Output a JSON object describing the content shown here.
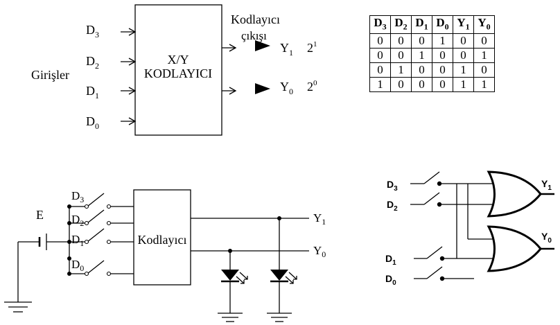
{
  "encoder_block": {
    "inputs_label": "Girişler",
    "inputs": [
      {
        "name": "D",
        "sub": "3"
      },
      {
        "name": "D",
        "sub": "2"
      },
      {
        "name": "D",
        "sub": "1"
      },
      {
        "name": "D",
        "sub": "0"
      }
    ],
    "block_line1": "X/Y",
    "block_line2": "KODLAYICI",
    "output_title_line1": "Kodlayıcı",
    "output_title_line2": "çıkışı",
    "outputs": [
      {
        "name": "Y",
        "sub": "1",
        "weight_base": "2",
        "weight_exp": "1"
      },
      {
        "name": "Y",
        "sub": "0",
        "weight_base": "2",
        "weight_exp": "0"
      }
    ]
  },
  "truth_table": {
    "headers": [
      {
        "name": "D",
        "sub": "3"
      },
      {
        "name": "D",
        "sub": "2"
      },
      {
        "name": "D",
        "sub": "1"
      },
      {
        "name": "D",
        "sub": "0"
      },
      {
        "name": "Y",
        "sub": "1"
      },
      {
        "name": "Y",
        "sub": "0"
      }
    ],
    "rows": [
      [
        "0",
        "0",
        "0",
        "1",
        "0",
        "0"
      ],
      [
        "0",
        "0",
        "1",
        "0",
        "0",
        "1"
      ],
      [
        "0",
        "1",
        "0",
        "0",
        "1",
        "0"
      ],
      [
        "1",
        "0",
        "0",
        "0",
        "1",
        "1"
      ]
    ]
  },
  "switch_circuit": {
    "supply_label": "E",
    "switches": [
      {
        "name": "D",
        "sub": "3"
      },
      {
        "name": "D",
        "sub": "2"
      },
      {
        "name": "D",
        "sub": "1"
      },
      {
        "name": "D",
        "sub": "0"
      }
    ],
    "block_label": "Kodlayıcı",
    "outputs": [
      {
        "name": "Y",
        "sub": "1"
      },
      {
        "name": "Y",
        "sub": "0"
      }
    ]
  },
  "gate_circuit": {
    "inputs": [
      {
        "name": "D",
        "sub": "3"
      },
      {
        "name": "D",
        "sub": "2"
      },
      {
        "name": "D",
        "sub": "1"
      },
      {
        "name": "D",
        "sub": "0"
      }
    ],
    "outputs": [
      {
        "name": "Y",
        "sub": "1"
      },
      {
        "name": "Y",
        "sub": "0"
      }
    ]
  }
}
